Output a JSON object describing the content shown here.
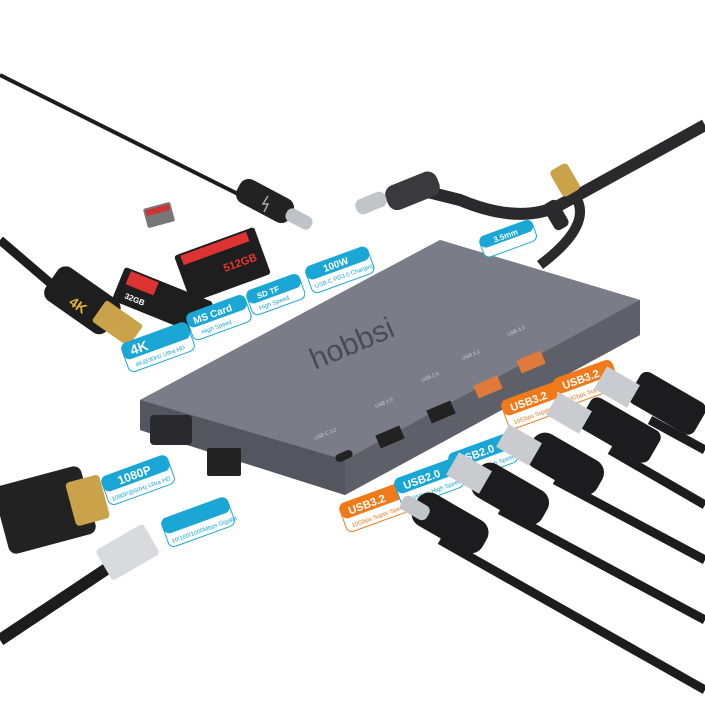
{
  "brand": "hobbsi",
  "colors": {
    "blue": "#1aa7d6",
    "orange": "#f07a1a",
    "hub": "#6b6e78",
    "cable": "#1c1c1e"
  },
  "labels": {
    "hdmi": {
      "title": "4K",
      "sub": "4K@30Hz Ultra HD",
      "icon": "hdmi-4k-icon"
    },
    "ms": {
      "title": "MS Card",
      "sub": "High Speed"
    },
    "sdtf": {
      "title": "SD TF",
      "sub": "High Speed",
      "icon": "sd-card-icon"
    },
    "pd": {
      "title": "100W",
      "sub": "USB C PD3.0 Charging",
      "icon": "battery-icon"
    },
    "audio": {
      "title": "3.5mm",
      "icon": "headphone-mic-icon"
    },
    "vga": {
      "title": "1080P",
      "sub": "1080P@60Hz Ultra HD"
    },
    "ethernet": {
      "sub": "10/100/1000Mbps Gigabit",
      "icon": "network-icon"
    },
    "usbc": {
      "title": "USB3.2",
      "sub": "10Gbps Super Speed"
    },
    "usb2a": {
      "title": "USB2.0",
      "sub": "480Mbps High Speed"
    },
    "usb2b": {
      "title": "USB2.0",
      "sub": "480Mbps High Speed"
    },
    "usb3a": {
      "title": "USB3.2",
      "sub": "10Gbps Super Speed"
    },
    "usb3b": {
      "title": "USB3.2",
      "sub": "10Gbps Super Speed"
    }
  },
  "ports": {
    "p1": "USB C 3.2",
    "p2": "USB 2.0",
    "p3": "USB 2.0",
    "p4": "USB 3.2",
    "p5": "USB 3.2"
  },
  "cards": {
    "sd": "512GB",
    "ms": "32GB"
  }
}
